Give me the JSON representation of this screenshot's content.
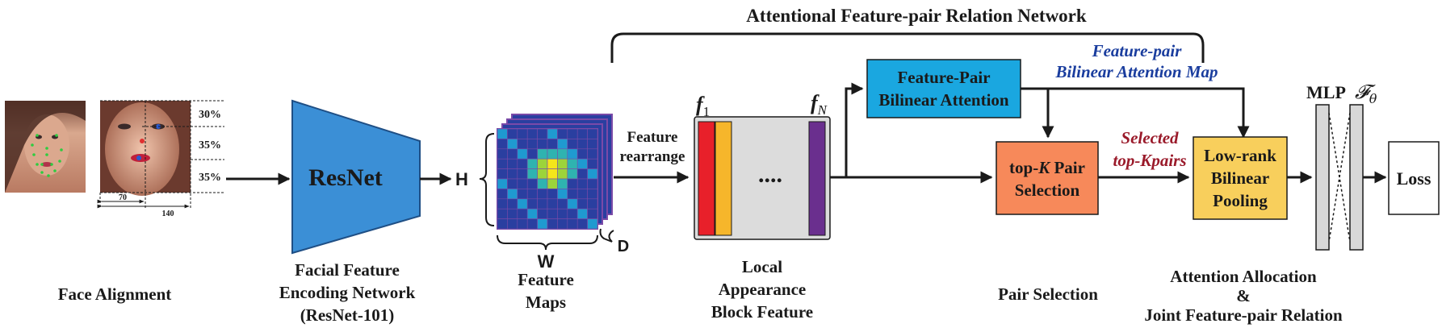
{
  "title": "Attentional Feature-pair Relation Network",
  "face_alignment": {
    "caption": "Face Alignment",
    "pct_top": "30%",
    "pct_mid": "35%",
    "pct_bot": "35%",
    "dim_small": "70",
    "dim_large": "140"
  },
  "resnet": {
    "block_label": "ResNet",
    "output_label": "H",
    "caption_line1": "Facial Feature",
    "caption_line2": "Encoding Network",
    "caption_line3": "(ResNet-101)"
  },
  "feature_maps": {
    "width_label": "W",
    "depth_label": "D",
    "caption_line1": "Feature",
    "caption_line2": "Maps",
    "arrow_line1": "Feature",
    "arrow_line2": "rearrange"
  },
  "local_block": {
    "f_first": "f",
    "f_first_sub": "1",
    "f_last": "f",
    "f_last_sub": "N",
    "ellipsis": "....",
    "caption_line1": "Local",
    "caption_line2": "Appearance",
    "caption_line3": "Block Feature"
  },
  "bilinear_attention": {
    "line1": "Feature-Pair",
    "line2": "Bilinear Attention",
    "map_line1": "Feature-pair",
    "map_line2": "Bilinear Attention Map"
  },
  "pair_selection": {
    "line1_pre": "top-",
    "line1_k": "K",
    "line1_post": " Pair",
    "line2": "Selection",
    "selected_line1": "Selected",
    "selected_line2": "top-Kpairs",
    "caption": "Pair Selection"
  },
  "pooling": {
    "line1": "Low-rank",
    "line2": "Bilinear",
    "line3": "Pooling",
    "caption_line1": "Attention Allocation",
    "caption_line2": "&",
    "caption_line3": "Joint Feature-pair Relation"
  },
  "mlp": {
    "label": "MLP",
    "func": "𝓕",
    "func_sub": "θ"
  },
  "loss": {
    "label": "Loss"
  },
  "colors": {
    "resnet_blue": "#3b8fd6",
    "attention_cyan": "#1aa7e0",
    "selection_orange": "#f7895a",
    "pooling_yellow": "#f8cf5c",
    "annotation_blue": "#1a3d9e",
    "annotation_red": "#9a1a2a",
    "f1_red": "#e8202a",
    "f2_yellow": "#f6b62b",
    "fn_purple": "#6a2f8e",
    "block_gray": "#dcdcdc"
  }
}
